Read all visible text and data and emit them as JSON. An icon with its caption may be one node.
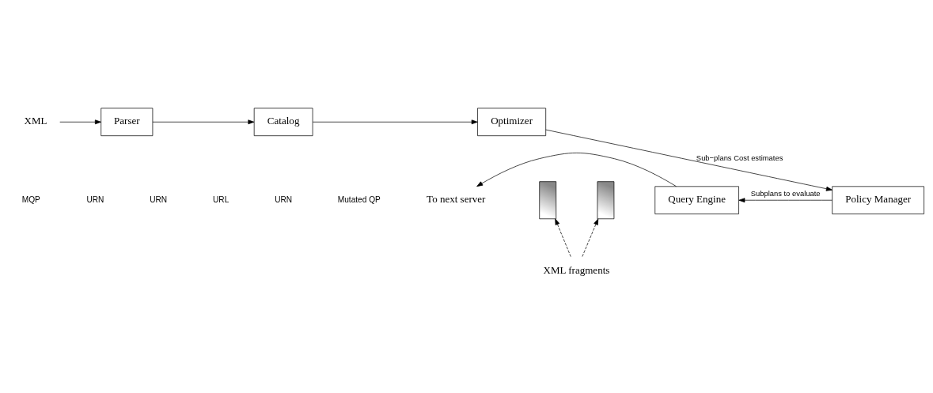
{
  "diagram": {
    "nodes": [
      {
        "text": [
          "XML"
        ]
      },
      {
        "text": [
          "Parser"
        ]
      },
      {
        "text": [
          "Catalog"
        ]
      },
      {
        "text": [
          "Optimizer"
        ]
      },
      {
        "text": [
          "Policy Manager"
        ]
      },
      {
        "text": [
          "Query Engine"
        ]
      },
      {
        "text": [
          "To next server"
        ]
      },
      {
        "text": [],
        "shape": "box"
      },
      {
        "text": [],
        "shape": "box"
      },
      {
        "text": [
          "XML fragments"
        ]
      }
    ],
    "edges": [
      {
        "from": 0,
        "to": 1,
        "arrow": "to"
      },
      {
        "from": 1,
        "to": 2,
        "arrow": "to"
      },
      {
        "from": 2,
        "to": 3,
        "arrow": "to"
      },
      {
        "from": 3,
        "to": 4,
        "arrow": "to",
        "label": "Sub−plans Cost estimates"
      },
      {
        "from": 4,
        "to": 5,
        "arrow": "to",
        "label": "Subplans to evaluate"
      },
      {
        "from": 5,
        "to": 6,
        "arrow": "to"
      },
      {
        "from": 9,
        "to": 7,
        "arrow": "to",
        "style": "dashed"
      },
      {
        "from": 9,
        "to": 8,
        "arrow": "to",
        "style": "dashed"
      }
    ],
    "labels": [
      "MQP",
      "URN",
      "URN",
      "URL",
      "URN",
      "Mutated QP"
    ]
  }
}
